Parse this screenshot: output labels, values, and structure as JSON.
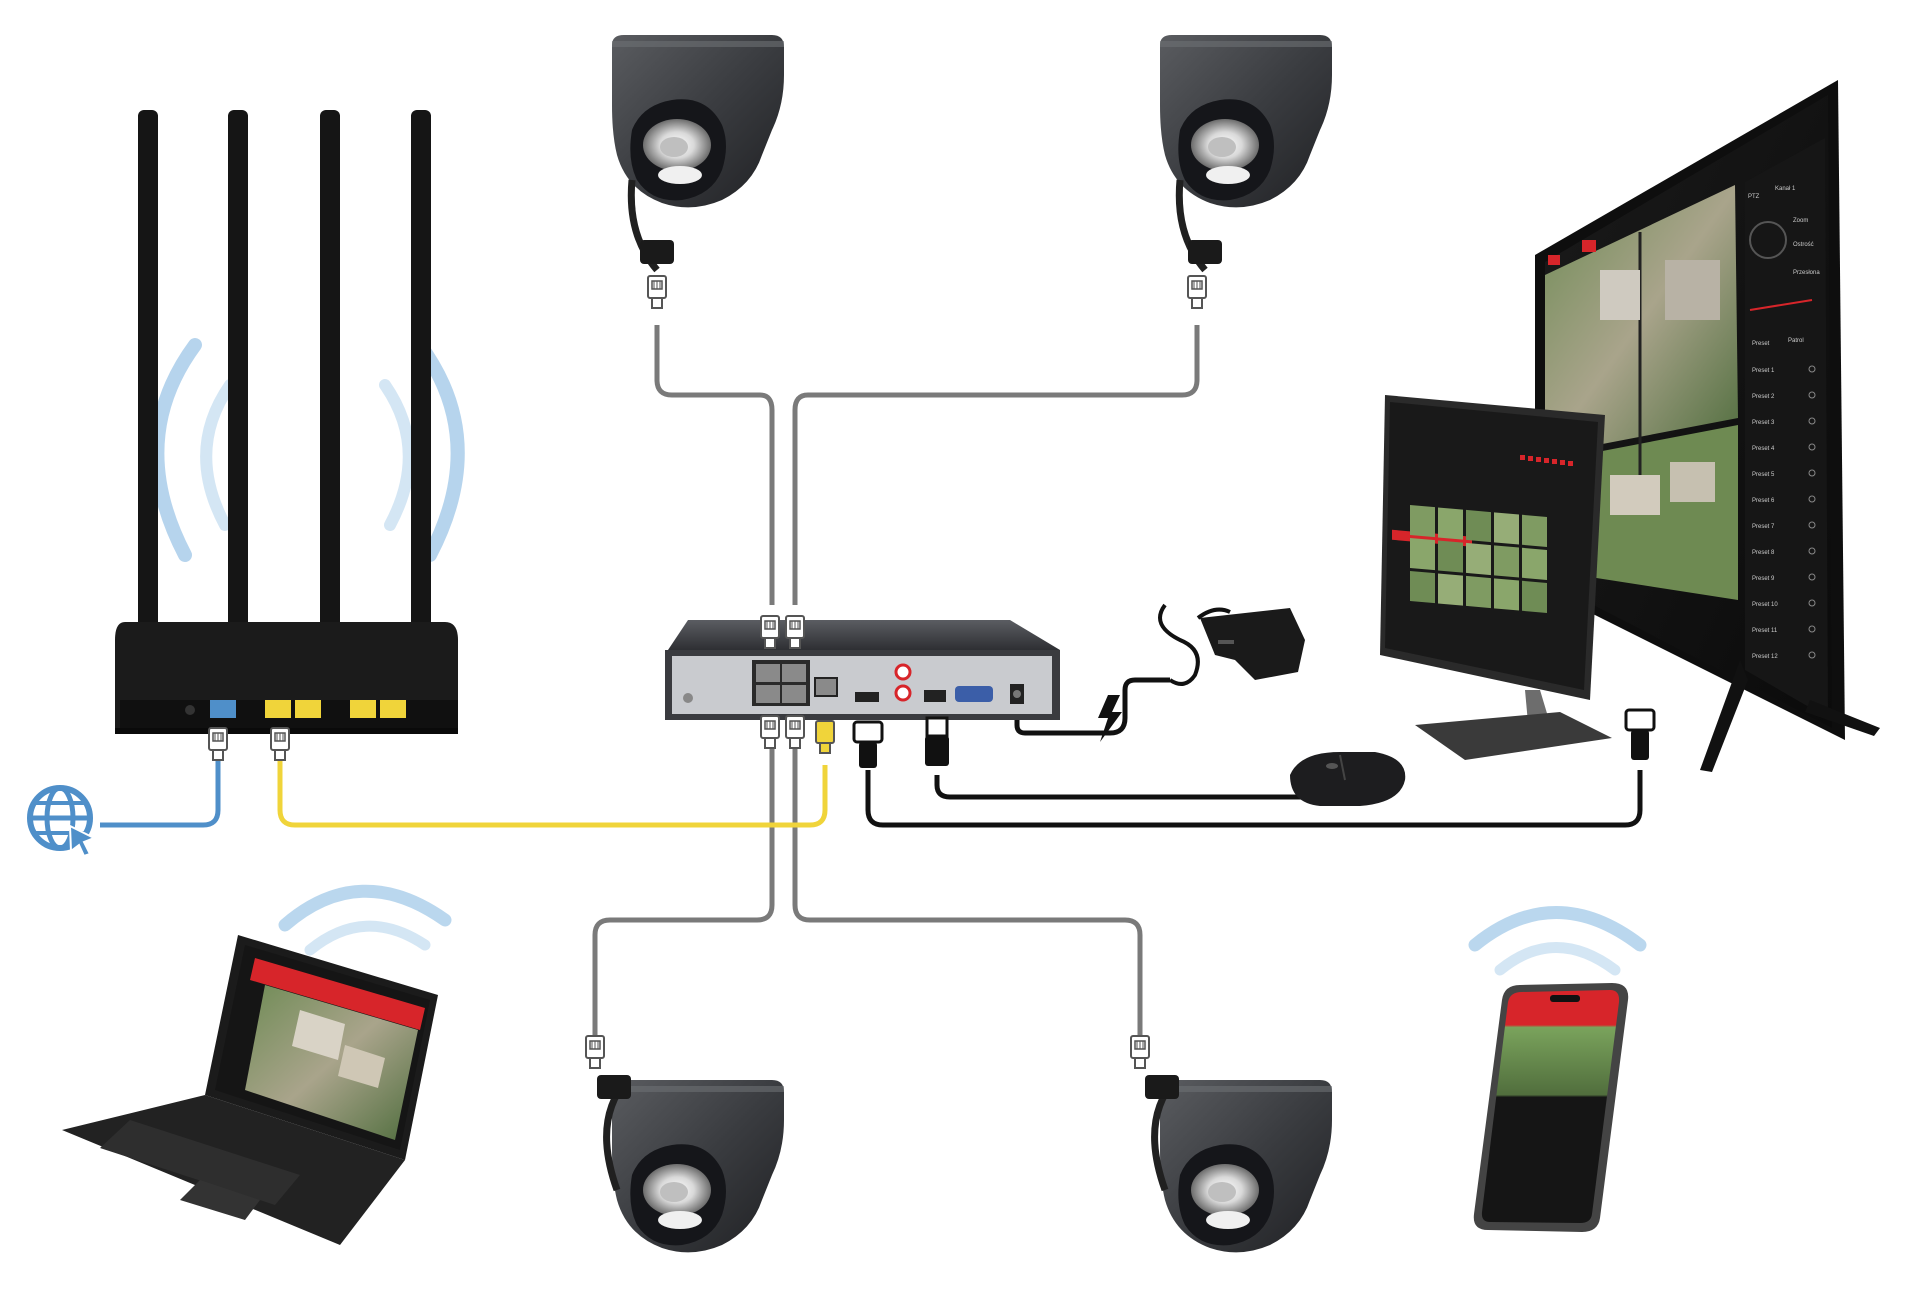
{
  "diagram": {
    "nodes": [
      {
        "id": "router",
        "kind": "wifi-router"
      },
      {
        "id": "nvr",
        "kind": "poe-nvr-recorder"
      },
      {
        "id": "camera-1",
        "kind": "dome-camera"
      },
      {
        "id": "camera-2",
        "kind": "dome-camera"
      },
      {
        "id": "camera-3",
        "kind": "dome-camera"
      },
      {
        "id": "camera-4",
        "kind": "dome-camera"
      },
      {
        "id": "internet",
        "kind": "globe-icon"
      },
      {
        "id": "tv",
        "kind": "tv-monitor"
      },
      {
        "id": "monitor",
        "kind": "desktop-monitor"
      },
      {
        "id": "mouse",
        "kind": "usb-mouse"
      },
      {
        "id": "power-adapter",
        "kind": "power-supply"
      },
      {
        "id": "laptop",
        "kind": "laptop"
      },
      {
        "id": "smartphone",
        "kind": "smartphone"
      }
    ],
    "connections": [
      {
        "from": "camera-1",
        "to": "nvr",
        "type": "ethernet-poe",
        "color": "#7a7a7a"
      },
      {
        "from": "camera-2",
        "to": "nvr",
        "type": "ethernet-poe",
        "color": "#7a7a7a"
      },
      {
        "from": "camera-3",
        "to": "nvr",
        "type": "ethernet-poe",
        "color": "#7a7a7a"
      },
      {
        "from": "camera-4",
        "to": "nvr",
        "type": "ethernet-poe",
        "color": "#7a7a7a"
      },
      {
        "from": "router",
        "to": "nvr",
        "type": "ethernet-lan",
        "color": "#f0d43a"
      },
      {
        "from": "router",
        "to": "internet",
        "type": "ethernet-wan",
        "color": "#4f8fc9"
      },
      {
        "from": "nvr",
        "to": "tv",
        "type": "hdmi",
        "color": "#111111"
      },
      {
        "from": "nvr",
        "to": "mouse",
        "type": "usb",
        "color": "#111111"
      },
      {
        "from": "power-adapter",
        "to": "nvr",
        "type": "dc-power",
        "color": "#111111"
      },
      {
        "from": "router",
        "to": "laptop",
        "type": "wifi",
        "color": "#a9cdea"
      },
      {
        "from": "router",
        "to": "smartphone",
        "type": "wifi",
        "color": "#a9cdea"
      }
    ],
    "colors": {
      "camera_cable": "#7a7a7a",
      "lan_cable": "#f0d43a",
      "wan_cable": "#4f8fc9",
      "black_cable": "#111111",
      "wifi_waves": "#a9cdea",
      "accent_red": "#d7252a"
    },
    "icons": [
      "lightning-icon",
      "globe-cursor-icon",
      "wifi-waves-icon",
      "hdmi-plug-icon",
      "usb-plug-icon",
      "rj45-plug-icon"
    ]
  },
  "screen_text": {
    "tv_ptz_title": "PTZ",
    "tv_channel": "Kanał 1",
    "tv_zoom": "Zoom",
    "tv_ostrosc": "Ostrość",
    "tv_przeslona": "Przesłona",
    "tv_preset_tab": "Preset",
    "tv_patrol_tab": "Patrol",
    "tv_presets": [
      "Preset 1",
      "Preset 2",
      "Preset 3",
      "Preset 4",
      "Preset 5",
      "Preset 6",
      "Preset 7",
      "Preset 8",
      "Preset 9",
      "Preset 10",
      "Preset 11",
      "Preset 12"
    ]
  }
}
